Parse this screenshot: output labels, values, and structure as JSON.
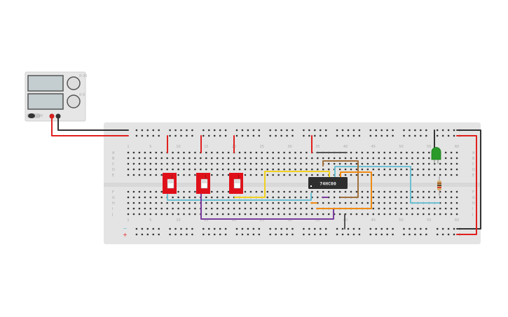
{
  "power_supply": {
    "knob1_label": "0-30",
    "knob2_label": "0-5",
    "switch_label": "OFF",
    "colors": {
      "body": "#e6e6e6",
      "display": "#c4cdd0",
      "red_terminal": "#d0201f",
      "black_terminal": "#333333"
    }
  },
  "breadboard": {
    "column_labels": [
      "1",
      "5",
      "10",
      "15",
      "20",
      "25",
      "30",
      "35",
      "40",
      "45",
      "50",
      "55",
      "60"
    ],
    "row_labels_top": [
      "A",
      "B",
      "C",
      "D",
      "E"
    ],
    "row_labels_bottom": [
      "F",
      "G",
      "H",
      "I",
      "J"
    ],
    "rail_labels": {
      "minus": "−",
      "plus": "+"
    }
  },
  "components": {
    "chip_label": "74HC00",
    "switches": [
      {
        "label": "1"
      },
      {
        "label": "1"
      },
      {
        "label": "1"
      }
    ],
    "led_color": "#2a9a2a",
    "switch_color": "#e0101a"
  },
  "wire_colors": {
    "red": "#e0201e",
    "black": "#333333",
    "yellow": "#f0d020",
    "blue": "#6cc0d4",
    "purple": "#7b3c9e",
    "brown": "#a0703c",
    "orange": "#f08a10",
    "gray": "#555555"
  }
}
